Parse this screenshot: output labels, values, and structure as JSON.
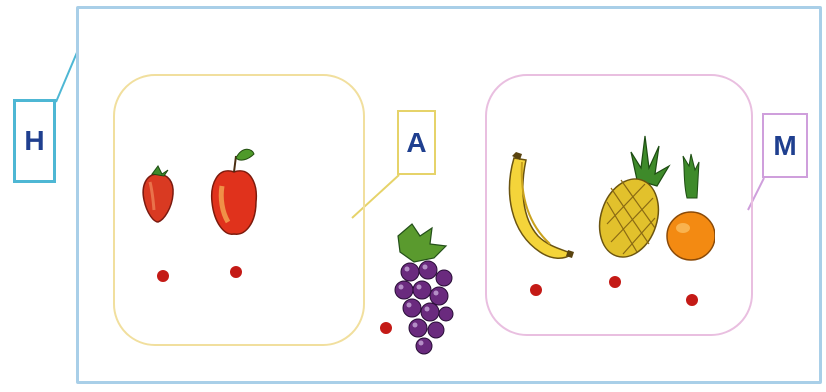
{
  "sets": [
    {
      "name": "H",
      "label": "H",
      "border_color": "#a9cfe8"
    },
    {
      "name": "A",
      "label": "A",
      "border_color": "#f1df9e"
    },
    {
      "name": "M",
      "label": "M",
      "border_color": "#e9bfe0"
    }
  ],
  "elements": [
    {
      "icon": "strawberry-icon",
      "set": "A"
    },
    {
      "icon": "apple-icon",
      "set": "A"
    },
    {
      "icon": "grapes-icon",
      "set": "H"
    },
    {
      "icon": "banana-icon",
      "set": "M"
    },
    {
      "icon": "pineapple-icon",
      "set": "M"
    },
    {
      "icon": "orange-icon",
      "set": "M"
    }
  ],
  "colors": {
    "label_text": "#1f3f8f",
    "element_dot": "#c41a16"
  }
}
